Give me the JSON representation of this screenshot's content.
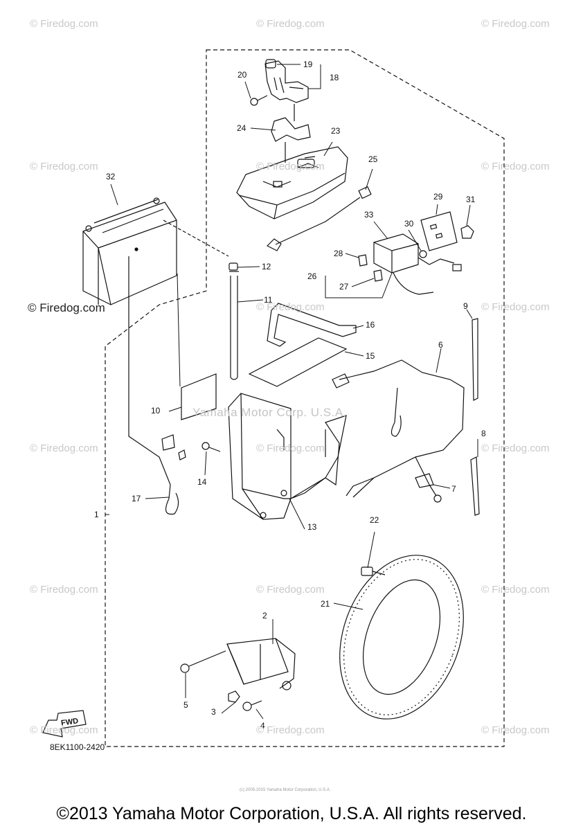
{
  "watermarks": {
    "text": "© Firedog.com",
    "dark_text": "© Firedog.com",
    "center_text": "Yamaha Motor Corp. U.S.A."
  },
  "parts": {
    "callouts": [
      "1",
      "2",
      "3",
      "4",
      "5",
      "6",
      "7",
      "8",
      "9",
      "10",
      "11",
      "12",
      "13",
      "14",
      "15",
      "16",
      "17",
      "18",
      "19",
      "20",
      "21",
      "22",
      "23",
      "24",
      "25",
      "26",
      "27",
      "28",
      "29",
      "30",
      "31",
      "32",
      "33"
    ]
  },
  "direction_label": "FWD",
  "diagram_code": "8EK1100-2420",
  "fine_print": "(c) 2005-2015 Yamaha Motor Corporation, U.S.A.",
  "copyright": "©2013 Yamaha Motor Corporation, U.S.A. All rights reserved."
}
